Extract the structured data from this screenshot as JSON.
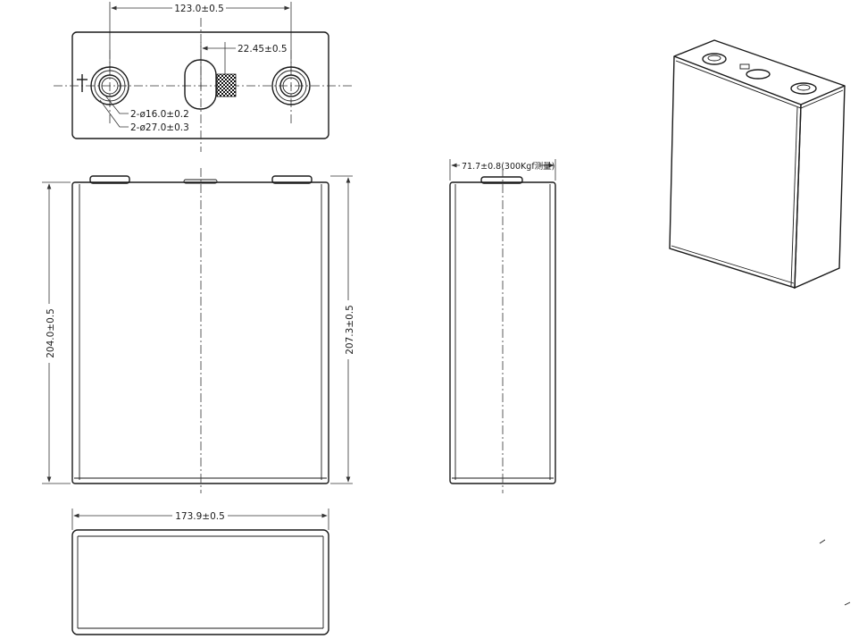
{
  "dimensions": {
    "top_width": "123.0±0.5",
    "vent_offset": "22.45±0.5",
    "terminal_inner_dia": "2-ø16.0±0.2",
    "terminal_outer_dia": "2-ø27.0±0.3",
    "side_thickness": "71.7±0.8(300Kgf测量)",
    "body_height": "204.0±0.5",
    "total_height": "207.3±0.5",
    "bottom_width": "173.9±0.5"
  },
  "colors": {
    "line": "#1a1a1a",
    "background": "#ffffff"
  },
  "icons": [
    "terminal-icon",
    "vent-icon",
    "qr-code-icon"
  ]
}
